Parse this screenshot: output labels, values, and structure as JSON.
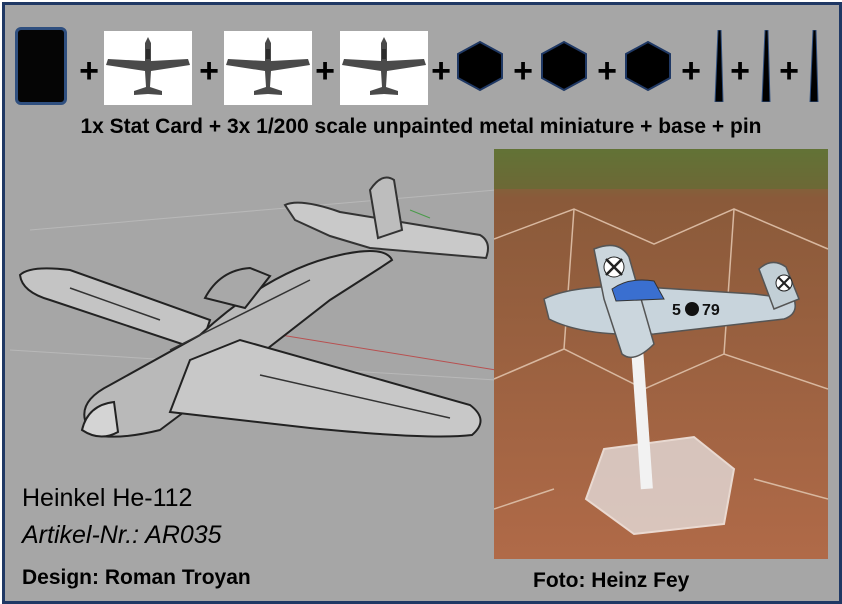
{
  "parts_row": {
    "plus": "+"
  },
  "caption": "1x Stat Card + 3x 1/200 scale unpainted metal miniature + base + pin",
  "product": {
    "name": "Heinkel He-112",
    "article_number": "Artikel-Nr.: AR035"
  },
  "credits": {
    "design": "Design: Roman Troyan",
    "photo": "Foto: Heinz Fey"
  },
  "aircraft_markings": {
    "fuselage_code_left": "5",
    "fuselage_code_right": "79"
  },
  "colors": {
    "frame_border": "#1f3864",
    "background": "#a6a6a6",
    "stat_card": "#050505"
  }
}
